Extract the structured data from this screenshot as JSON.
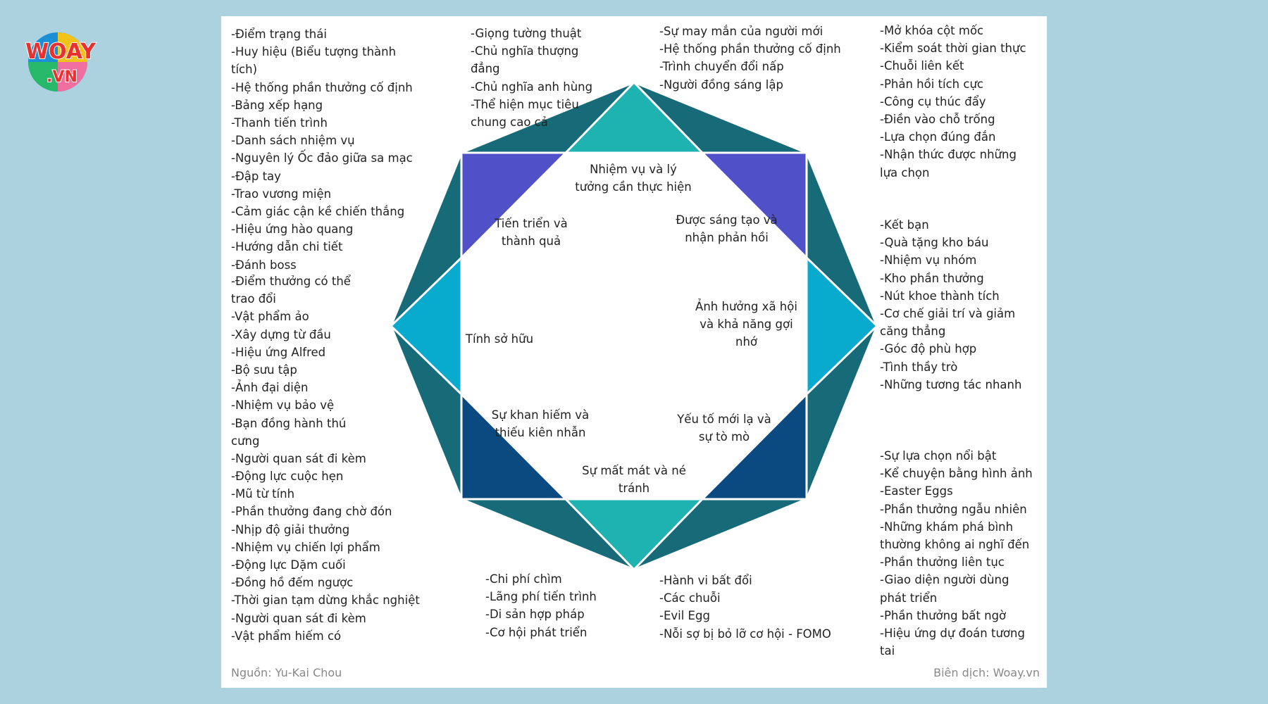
{
  "logo": {
    "text_top": "WOAY",
    "text_bottom": ".VN"
  },
  "categories": {
    "top": "Nhiệm vụ và lý tưởng cần thực hiện",
    "top_right": "Được sáng tạo và nhận phản hồi",
    "right": "Ảnh hưởng xã hội và khả năng gợi nhớ",
    "bottom_right": "Yếu tố mới lạ và sự tò mò",
    "bottom": "Sự mất mát và né tránh",
    "bottom_left": "Sự khan hiếm và thiếu kiên nhẫn",
    "left": "Tính sở hữu",
    "top_left": "Tiến triển và thành quả"
  },
  "lists": {
    "left_1": [
      "-Điểm trạng thái",
      "-Huy hiệu (Biểu tượng thành tích)",
      "-Hệ thống phần thưởng cố định",
      "-Bảng xếp hạng",
      "-Thanh tiến trình",
      "-Danh sách nhiệm vụ",
      "-Nguyên lý Ốc đảo giữa sa mạc",
      "-Đập tay",
      "-Trao vương miện",
      "-Cảm giác cận kề chiến thắng",
      "-Hiệu ứng hào quang",
      "-Hướng dẫn chi tiết",
      "-Đánh boss"
    ],
    "left_2": [
      "-Điểm thưởng có thể trao đổi",
      "-Vật phẩm ảo",
      "-Xây dựng từ đầu",
      "-Hiệu ứng Alfred",
      "-Bộ sưu tập",
      "-Ảnh đại diện",
      "-Nhiệm vụ bảo vệ",
      "-Bạn đồng hành thú cưng",
      "-Người quan sát đi kèm"
    ],
    "left_3": [
      "-Động lực cuộc hẹn",
      "-Mũ từ tính",
      "-Phần thưởng đang chờ đón",
      "-Nhịp độ giải thưởng",
      "-Nhiệm vụ chiến lợi phẩm",
      "-Động lực Dặm cuối",
      "-Đồng hồ đếm ngược",
      "-Thời gian tạm dừng khắc nghiệt",
      "-Người quan sát đi kèm",
      "-Vật phẩm hiếm có"
    ],
    "top_center_left": [
      "-Giọng tường thuật",
      "-Chủ nghĩa thượng đẳng",
      "-Chủ nghĩa anh hùng",
      "-Thể hiện mục tiêu chung cao cả"
    ],
    "top_center_right": [
      "-Sự may mắn của người mới",
      "-Hệ thống phần thưởng cố định",
      "-Trình chuyển đổi nấp",
      "-Người đồng sáng lập"
    ],
    "right_1": [
      "-Mở khóa cột mốc",
      "-Kiểm soát thời gian thực",
      "-Chuỗi liên kết",
      "-Phản hồi tích cực",
      "-Công cụ thúc đẩy",
      "-Điền vào chỗ trống",
      "-Lựa chọn đúng đắn",
      "-Nhận thức được những lựa chọn"
    ],
    "right_2": [
      "-Kết bạn",
      "-Quà tặng kho báu",
      "-Nhiệm vụ nhóm",
      "-Kho phần thưởng",
      "-Nút khoe thành tích",
      "-Cơ chế giải trí và giảm căng thẳng",
      "-Góc độ phù hợp",
      "-Tình thầy trò",
      "-Những tương tác nhanh"
    ],
    "right_3": [
      "-Sự lựa chọn nổi bật",
      "-Kể chuyện bằng hình ảnh",
      "-Easter Eggs",
      "-Phần thưởng ngẫu nhiên",
      "-Những khám phá bình thường không ai nghĩ đến",
      "-Phần thưởng liên tục",
      "-Giao diện người dùng phát triển",
      "-Phần thưởng bất ngờ",
      "-Hiệu ứng dự đoán tương tai"
    ],
    "bottom_center_left": [
      "-Chi phí chìm",
      "-Lãng phí tiến trình",
      "-Di sản hợp pháp",
      "-Cơ hội phát triển"
    ],
    "bottom_center_right": [
      "-Hành vi bất đổi",
      "-Các chuỗi",
      "-Evil Egg",
      "-Nỗi sợ bị bỏ lỡ cơ hội - FOMO"
    ]
  },
  "footer": {
    "source": "Nguồn: Yu-Kai Chou",
    "translator": "Biên dịch: Woay.vn"
  },
  "colors": {
    "background": "#acd2df",
    "dark_teal": "#176a77",
    "teal": "#1eb2b0",
    "purple": "#5050c8",
    "cyan": "#08aacd",
    "navy": "#0b4a80"
  }
}
